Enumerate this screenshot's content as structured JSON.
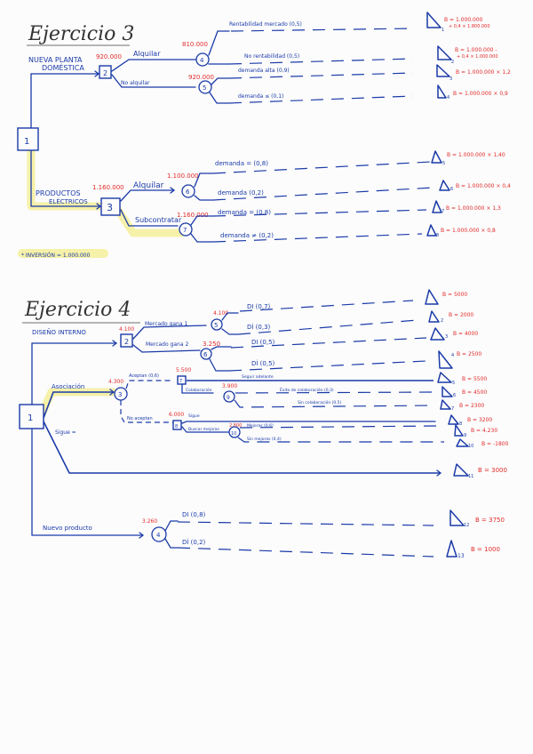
{
  "colors": {
    "ink": "#1a3aa8",
    "annotation": "#e22a2a",
    "highlight": "#f5ef9a",
    "paper": "#fcfcfc"
  },
  "exercise3": {
    "title": "Ejercicio 3",
    "root_node": "1",
    "investment_note": "* INVERSIÓN = 1.000.000",
    "branch_a": {
      "label_line1": "NUEVA PLANTA",
      "label_line2": "DOMÉSTICA",
      "decision_node": "2",
      "decision_value": "920.000",
      "options": [
        {
          "label": "Alquilar",
          "chance_node": "4",
          "chance_value": "810.000",
          "outcomes": [
            {
              "label": "Rentabilidad mercado (0,5)",
              "terminal": "1",
              "result_line1": "B = 1.000.000",
              "result_line2": "+ 0,4 × 1.800.000"
            },
            {
              "label": "No rentabilidad (0,5)",
              "terminal": "2",
              "result_line1": "B = 1.000.000 -",
              "result_line2": "+ 0,4 × 1.000.000"
            }
          ]
        },
        {
          "label": "No alquilar",
          "chance_node": "5",
          "chance_value": "920.000",
          "outcomes": [
            {
              "label": "demanda alta (0,9)",
              "terminal": "3",
              "result_line1": "B = 1.000.000 × 1,2",
              "result_line2": ""
            },
            {
              "label": "demanda ≤ (0,1)",
              "terminal": "4",
              "result_line1": "B = 1.000.000 × 0,9",
              "result_line2": ""
            }
          ]
        }
      ]
    },
    "branch_b": {
      "label_line1": "PRODUCTOS",
      "label_line2": "ELÉCTRICOS",
      "decision_node": "3",
      "decision_value": "1.160.000",
      "options": [
        {
          "label": "Alquilar",
          "chance_node": "6",
          "chance_value": "1.100.000",
          "outcomes": [
            {
              "label": "demanda = (0,8)",
              "terminal": "5",
              "result_line1": "B = 1.000.000 × 1,40",
              "result_line2": ""
            },
            {
              "label": "demanda (0,2)",
              "terminal": "6",
              "result_line1": "B = 1.000.000 × 0,4",
              "result_line2": ""
            }
          ]
        },
        {
          "label": "Subcontratar",
          "chance_node": "7",
          "chance_value": "1.160.000",
          "outcomes": [
            {
              "label": "demanda = (0,8)",
              "terminal": "7",
              "result_line1": "B = 1.000.000 × 1,3",
              "result_line2": ""
            },
            {
              "label": "demanda ≠ (0,2)",
              "terminal": "8",
              "result_line1": "B = 1.000.000 × 0,8",
              "result_line2": ""
            }
          ]
        }
      ]
    }
  },
  "exercise4": {
    "title": "Ejercicio 4",
    "root_node": "1",
    "branch_design": {
      "label": "DISEÑO INTERNO",
      "decision_node": "2",
      "decision_value": "4.100",
      "options": [
        {
          "label": "Mercado gana 1",
          "chance_node": "5",
          "chance_value": "4.100",
          "outcomes": [
            {
              "label": "DI (0,7)",
              "terminal": "1",
              "result": "B = 5000"
            },
            {
              "label": "DÍ (0,3)",
              "terminal": "2",
              "result": "B = 2000"
            }
          ]
        },
        {
          "label": "Mercado gana 2",
          "chance_node": "6",
          "chance_value": "3.250",
          "outcomes": [
            {
              "label": "DI (0,5)",
              "terminal": "3",
              "result": "B = 4000"
            },
            {
              "label": "DÍ (0,5)",
              "terminal": "4",
              "result": "B = 2500"
            }
          ]
        }
      ]
    },
    "branch_contract": {
      "label": "Asociación",
      "chance_node": "3",
      "chance_value": "4.300",
      "accepted": {
        "label": "Aceptan (0,6)",
        "decision_node": "7",
        "decision_value": "5.500",
        "direct_label": "Seguir adelante",
        "direct_terminal": "5",
        "direct_result": "B = 5500",
        "alt_label": "Colaboración",
        "alt_chance_node": "9",
        "alt_chance_value": "3.900",
        "alt_outcomes": [
          {
            "label": "Éxito de colaboración (0,3)",
            "terminal": "6",
            "result": "B = 4500"
          },
          {
            "label": "Sin colaboración (0,5)",
            "terminal": "7",
            "result": "B = 2300"
          }
        ]
      },
      "rejected": {
        "label": "No aceptan",
        "decision_node": "8",
        "decision_value": "6.000",
        "direct_label": "Sigue",
        "direct_terminal": "8",
        "direct_result": "B = 3200",
        "alt_label": "Buscar mejoras",
        "alt_chance_node": "10",
        "alt_chance_value": "2.800",
        "alt_outcomes": [
          {
            "label": "Mejoras (0,6)",
            "terminal": "9",
            "result": "B = 4.230"
          },
          {
            "label": "Sin mejoras (0,4)",
            "terminal": "10",
            "result": "B = -1800"
          }
        ]
      }
    },
    "branch_follow": {
      "label": "Sigue =",
      "terminal": "11",
      "result": "B = 3000"
    },
    "branch_product": {
      "label": "Nuevo producto",
      "chance_node": "4",
      "chance_value": "3.260",
      "outcomes": [
        {
          "label": "DI (0,8)",
          "terminal": "12",
          "result": "B = 3750"
        },
        {
          "label": "DÍ (0,2)",
          "terminal": "13",
          "result": "B = 1000"
        }
      ]
    }
  }
}
